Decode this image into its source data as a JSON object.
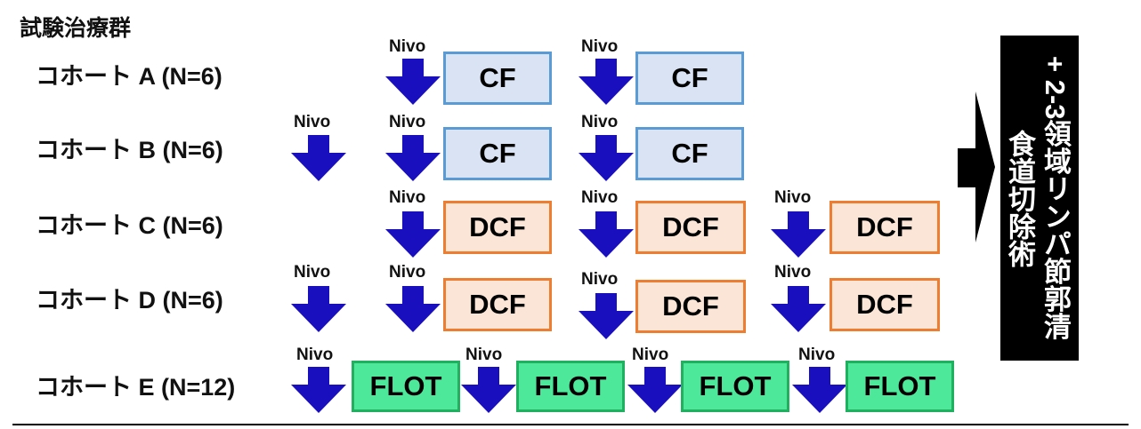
{
  "title": "試験治療群",
  "nivo_label": "Nivo",
  "cohorts": [
    {
      "label": "コホート A (N=6)"
    },
    {
      "label": "コホート B (N=6)"
    },
    {
      "label": "コホート C (N=6)"
    },
    {
      "label": "コホート D (N=6)"
    },
    {
      "label": "コホート E (N=12)"
    }
  ],
  "regimens": {
    "cf": "CF",
    "dcf": "DCF",
    "flot": "FLOT"
  },
  "surgery": {
    "line1": "食道切除術",
    "line2": "+ 2-3領域リンパ節郭清"
  },
  "colors": {
    "arrow": "#1a0fbf",
    "cf_fill": "#dae3f3",
    "cf_border": "#5b9bd5",
    "dcf_fill": "#fbe5d6",
    "dcf_border": "#ed7d31",
    "flot_fill": "#4de89a",
    "flot_border": "#20b060",
    "surgery_bg": "#000000"
  }
}
